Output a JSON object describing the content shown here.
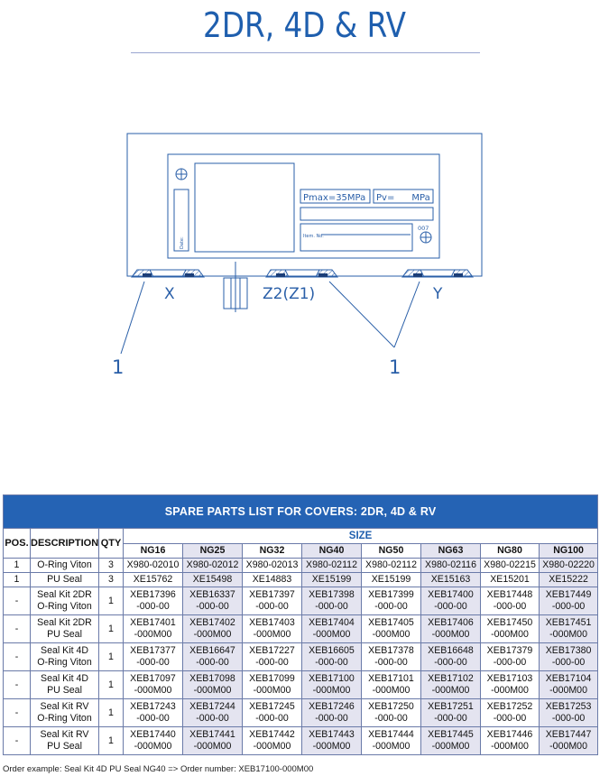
{
  "page": {
    "title": "2DR, 4D & RV"
  },
  "drawing": {
    "pmax_label": "Pmax=35MPa",
    "pv_label": "Pv=      MPa",
    "date_label": "Date:",
    "item_label": "Item. No.",
    "code_007": "007",
    "port_x": "X",
    "port_z": "Z2(Z1)",
    "port_y": "Y",
    "callout_left": "1",
    "callout_right": "1"
  },
  "table": {
    "title": "SPARE PARTS LIST FOR COVERS: 2DR, 4D & RV",
    "col_pos": "POS.",
    "col_desc": "DESCRIPTION",
    "col_qty": "QTY",
    "col_size": "SIZE",
    "sizes": [
      "NG16",
      "NG25",
      "NG32",
      "NG40",
      "NG50",
      "NG63",
      "NG80",
      "NG100"
    ],
    "rows": [
      {
        "pos": "1",
        "desc": [
          "O-Ring Viton"
        ],
        "qty": "3",
        "cells": [
          [
            "X980-02010"
          ],
          [
            "X980-02012"
          ],
          [
            "X980-02013"
          ],
          [
            "X980-02112"
          ],
          [
            "X980-02112"
          ],
          [
            "X980-02116"
          ],
          [
            "X980-02215"
          ],
          [
            "X980-02220"
          ]
        ]
      },
      {
        "pos": "1",
        "desc": [
          "PU Seal"
        ],
        "qty": "3",
        "cells": [
          [
            "XE15762"
          ],
          [
            "XE15498"
          ],
          [
            "XE14883"
          ],
          [
            "XE15199"
          ],
          [
            "XE15199"
          ],
          [
            "XE15163"
          ],
          [
            "XE15201"
          ],
          [
            "XE15222"
          ]
        ]
      },
      {
        "pos": "-",
        "desc": [
          "Seal Kit 2DR",
          "O-Ring Viton"
        ],
        "qty": "1",
        "cells": [
          [
            "XEB17396",
            "-000-00"
          ],
          [
            "XEB16337",
            "-000-00"
          ],
          [
            "XEB17397",
            "-000-00"
          ],
          [
            "XEB17398",
            "-000-00"
          ],
          [
            "XEB17399",
            "-000-00"
          ],
          [
            "XEB17400",
            "-000-00"
          ],
          [
            "XEB17448",
            "-000-00"
          ],
          [
            "XEB17449",
            "-000-00"
          ]
        ]
      },
      {
        "pos": "-",
        "desc": [
          "Seal Kit 2DR",
          "PU Seal"
        ],
        "qty": "1",
        "cells": [
          [
            "XEB17401",
            "-000M00"
          ],
          [
            "XEB17402",
            "-000M00"
          ],
          [
            "XEB17403",
            "-000M00"
          ],
          [
            "XEB17404",
            "-000M00"
          ],
          [
            "XEB17405",
            "-000M00"
          ],
          [
            "XEB17406",
            "-000M00"
          ],
          [
            "XEB17450",
            "-000M00"
          ],
          [
            "XEB17451",
            "-000M00"
          ]
        ]
      },
      {
        "pos": "-",
        "desc": [
          "Seal Kit 4D",
          "O-Ring Viton"
        ],
        "qty": "1",
        "cells": [
          [
            "XEB17377",
            "-000-00"
          ],
          [
            "XEB16647",
            "-000-00"
          ],
          [
            "XEB17227",
            "-000-00"
          ],
          [
            "XEB16605",
            "-000-00"
          ],
          [
            "XEB17378",
            "-000-00"
          ],
          [
            "XEB16648",
            "-000-00"
          ],
          [
            "XEB17379",
            "-000-00"
          ],
          [
            "XEB17380",
            "-000-00"
          ]
        ]
      },
      {
        "pos": "-",
        "desc": [
          "Seal Kit 4D",
          "PU Seal"
        ],
        "qty": "1",
        "cells": [
          [
            "XEB17097",
            "-000M00"
          ],
          [
            "XEB17098",
            "-000M00"
          ],
          [
            "XEB17099",
            "-000M00"
          ],
          [
            "XEB17100",
            "-000M00"
          ],
          [
            "XEB17101",
            "-000M00"
          ],
          [
            "XEB17102",
            "-000M00"
          ],
          [
            "XEB17103",
            "-000M00"
          ],
          [
            "XEB17104",
            "-000M00"
          ]
        ]
      },
      {
        "pos": "-",
        "desc": [
          "Seal Kit RV",
          "O-Ring Viton"
        ],
        "qty": "1",
        "cells": [
          [
            "XEB17243",
            "-000-00"
          ],
          [
            "XEB17244",
            "-000-00"
          ],
          [
            "XEB17245",
            "-000-00"
          ],
          [
            "XEB17246",
            "-000-00"
          ],
          [
            "XEB17250",
            "-000-00"
          ],
          [
            "XEB17251",
            "-000-00"
          ],
          [
            "XEB17252",
            "-000-00"
          ],
          [
            "XEB17253",
            "-000-00"
          ]
        ]
      },
      {
        "pos": "-",
        "desc": [
          "Seal Kit RV",
          "PU Seal"
        ],
        "qty": "1",
        "cells": [
          [
            "XEB17440",
            "-000M00"
          ],
          [
            "XEB17441",
            "-000M00"
          ],
          [
            "XEB17442",
            "-000M00"
          ],
          [
            "XEB17443",
            "-000M00"
          ],
          [
            "XEB17444",
            "-000M00"
          ],
          [
            "XEB17445",
            "-000M00"
          ],
          [
            "XEB17446",
            "-000M00"
          ],
          [
            "XEB17447",
            "-000M00"
          ]
        ]
      }
    ]
  },
  "footer": {
    "order_example": "Order example: Seal Kit 4D PU Seal NG40 => Order number: XEB17100-000M00"
  },
  "colors": {
    "brand_blue": "#1f5fae",
    "table_header_blue": "#2563b4",
    "shade": "#e4e4f0",
    "line": "#2a5fa8"
  }
}
